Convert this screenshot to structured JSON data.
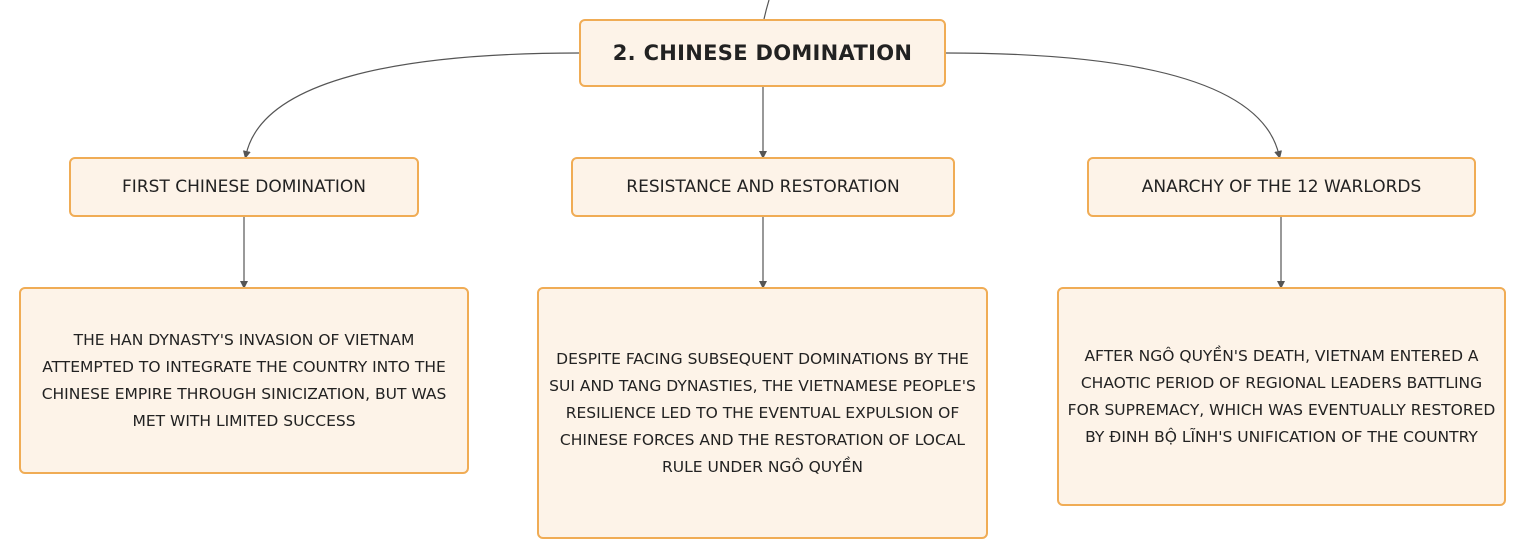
{
  "root": {
    "title": "2. CHINESE DOMINATION"
  },
  "branches": [
    {
      "title": "FIRST CHINESE DOMINATION",
      "detail": "THE HAN DYNASTY'S INVASION OF VIETNAM ATTEMPTED TO INTEGRATE THE COUNTRY INTO THE CHINESE EMPIRE THROUGH SINICIZATION, BUT WAS MET WITH LIMITED SUCCESS"
    },
    {
      "title": "RESISTANCE AND RESTORATION",
      "detail": "DESPITE FACING SUBSEQUENT DOMINATIONS BY THE SUI AND TANG DYNASTIES, THE VIETNAMESE PEOPLE'S RESILIENCE LED TO THE EVENTUAL EXPULSION OF CHINESE FORCES AND THE RESTORATION OF LOCAL RULE UNDER NGÔ QUYỀN"
    },
    {
      "title": "ANARCHY OF THE 12 WARLORDS",
      "detail": "AFTER NGÔ QUYỀN'S DEATH, VIETNAM ENTERED A CHAOTIC PERIOD OF REGIONAL LEADERS BATTLING FOR SUPREMACY, WHICH WAS EVENTUALLY RESTORED BY ĐINH BỘ LĨNH'S UNIFICATION OF THE COUNTRY"
    }
  ],
  "colors": {
    "node_fill": "#fdf3e8",
    "node_border": "#f0ac55",
    "connector": "#555555",
    "text": "#222222"
  }
}
